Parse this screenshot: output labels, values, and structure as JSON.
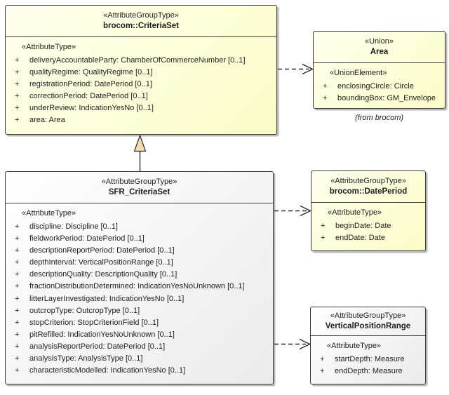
{
  "colors": {
    "class_fill_yellow": "#fdfdc8",
    "class_fill_white": "#f0f0f0",
    "border": "#3c3c3c",
    "shadow": "#b9b9b9",
    "generalization_triangle_fill": "#f1dcb0",
    "text": "#1e1e1e"
  },
  "classes": {
    "criteriaSet": {
      "stereotype": "«AttributeGroupType»",
      "name": "brocom::CriteriaSet",
      "section_header": "«AttributeType»",
      "attributes": [
        {
          "vis": "+",
          "text": "deliveryAccountableParty: ChamberOfCommerceNumber [0..1]"
        },
        {
          "vis": "+",
          "text": "qualityRegime: QualityRegime [0..1]"
        },
        {
          "vis": "+",
          "text": "registrationPeriod: DatePeriod [0..1]"
        },
        {
          "vis": "+",
          "text": "correctionPeriod: DatePeriod [0..1]"
        },
        {
          "vis": "+",
          "text": "underReview: IndicationYesNo [0..1]"
        },
        {
          "vis": "+",
          "text": "area: Area"
        }
      ]
    },
    "area": {
      "stereotype": "«Union»",
      "name": "Area",
      "section_header": "«UnionElement»",
      "attributes": [
        {
          "vis": "+",
          "text": "enclosingCircle: Circle"
        },
        {
          "vis": "+",
          "text": "boundingBox: GM_Envelope"
        }
      ],
      "note": "(from brocom)"
    },
    "sfrCriteriaSet": {
      "stereotype": "«AttributeGroupType»",
      "name": "SFR_CriteriaSet",
      "section_header": "«AttributeType»",
      "attributes": [
        {
          "vis": "+",
          "text": "discipline: Discipline [0..1]"
        },
        {
          "vis": "+",
          "text": "fieldworkPeriod: DatePeriod [0..1]"
        },
        {
          "vis": "+",
          "text": "descriptionReportPeriod: DatePeriod [0..1]"
        },
        {
          "vis": "+",
          "text": "depthInterval: VerticalPositionRange [0..1]"
        },
        {
          "vis": "+",
          "text": "descriptionQuality: DescriptionQuality [0..1]"
        },
        {
          "vis": "+",
          "text": "fractionDistributionDetermined: IndicationYesNoUnknown [0..1]"
        },
        {
          "vis": "+",
          "text": "litterLayerInvestigated: IndicationYesNo [0..1]"
        },
        {
          "vis": "+",
          "text": "outcropType: OutcropType [0..1]"
        },
        {
          "vis": "+",
          "text": "stopCriterion: StopCriterionField [0..1]"
        },
        {
          "vis": "+",
          "text": "pitRefilled: IndicationYesNoUnknown [0..1]"
        },
        {
          "vis": "+",
          "text": "analysisReportPeriod: DatePeriod [0..1]"
        },
        {
          "vis": "+",
          "text": "analysisType: AnalysisType [0..1]"
        },
        {
          "vis": "+",
          "text": "characteristicModelled: IndicationYesNo [0..1]"
        }
      ]
    },
    "datePeriod": {
      "stereotype": "«AttributeGroupType»",
      "name": "brocom::DatePeriod",
      "section_header": "«AttributeType»",
      "attributes": [
        {
          "vis": "+",
          "text": "beginDate: Date"
        },
        {
          "vis": "+",
          "text": "endDate: Date"
        }
      ]
    },
    "verticalPositionRange": {
      "stereotype": "«AttributeGroupType»",
      "name": "VerticalPositionRange",
      "section_header": "«AttributeType»",
      "attributes": [
        {
          "vis": "+",
          "text": "startDepth: Measure"
        },
        {
          "vis": "+",
          "text": "endDepth: Measure"
        }
      ]
    }
  }
}
